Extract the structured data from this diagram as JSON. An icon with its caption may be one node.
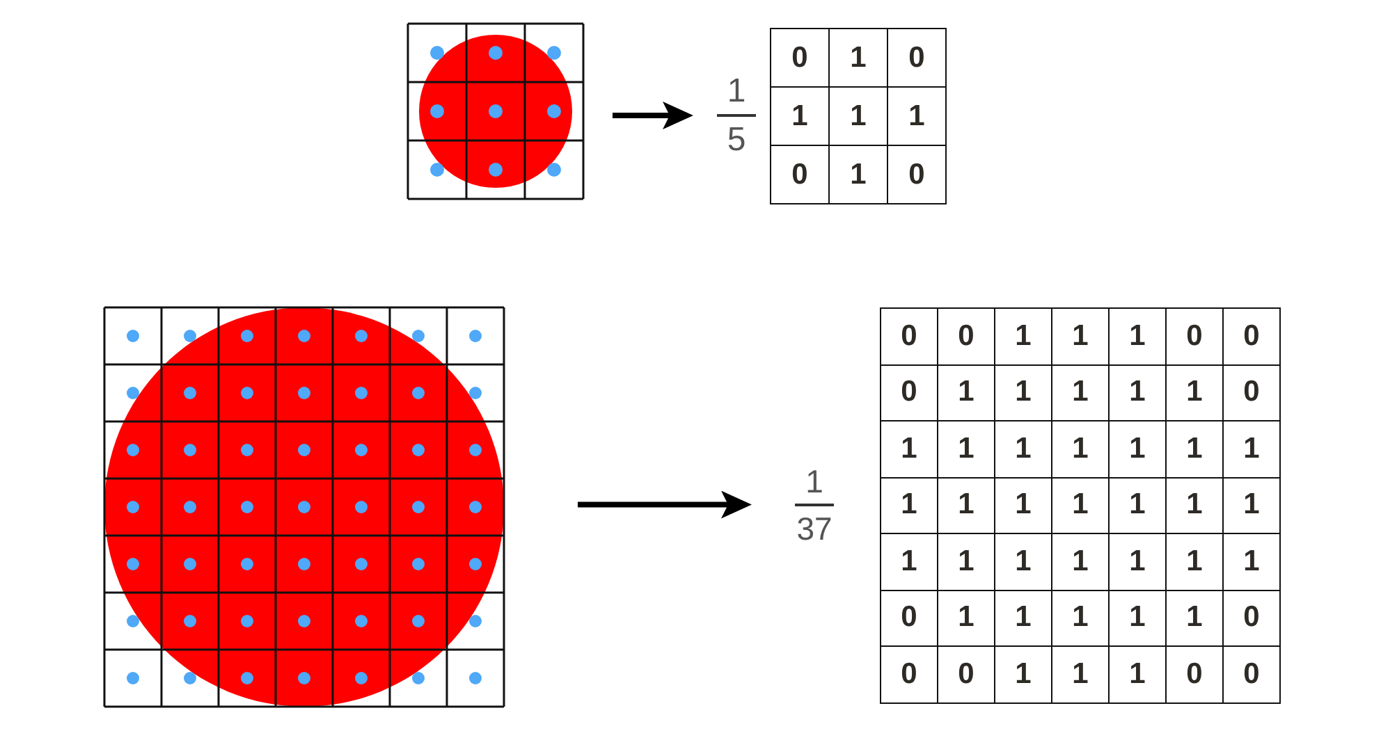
{
  "diagram": {
    "nodes": [
      {
        "text": [],
        "shape": "picture"
      },
      {
        "text": [
          "0",
          "1",
          "0",
          "1",
          "1",
          "1",
          "0",
          "1",
          "0"
        ],
        "beside": [
          "1",
          "5"
        ]
      },
      {
        "text": [],
        "shape": "picture"
      },
      {
        "text": [
          "0",
          "0",
          "1",
          "1",
          "1",
          "0",
          "0",
          "0",
          "1",
          "1",
          "1",
          "1",
          "1",
          "0",
          "1",
          "1",
          "1",
          "1",
          "1",
          "1",
          "1",
          "1",
          "1",
          "1",
          "1",
          "1",
          "1",
          "1",
          "1",
          "1",
          "1",
          "1",
          "1",
          "1",
          "1",
          "0",
          "1",
          "1",
          "1",
          "1",
          "1",
          "0",
          "0",
          "0",
          "1",
          "1",
          "1",
          "0",
          "0"
        ],
        "beside": [
          "1",
          "37"
        ]
      }
    ],
    "edges": [
      {
        "from": 0,
        "to": 1,
        "arrow": "to"
      },
      {
        "from": 2,
        "to": 3,
        "arrow": "to"
      }
    ]
  }
}
